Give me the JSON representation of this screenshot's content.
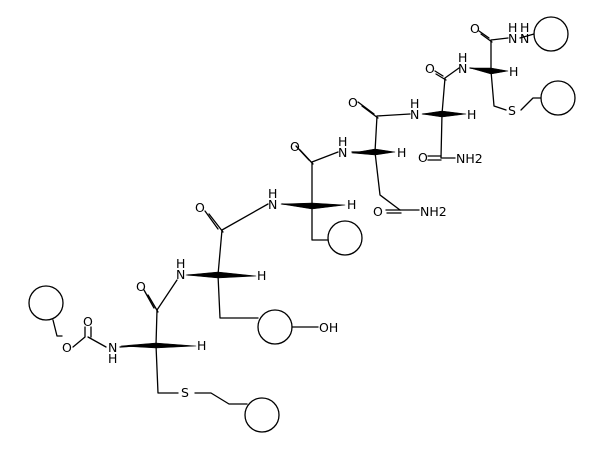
{
  "molecule": {
    "atom_labels": {
      "o_ester": "O",
      "o_carbamate": "O",
      "nh_carbamate": "N",
      "h_cys1": "H",
      "s_cys1": "S",
      "o_cys1": "O",
      "nh_tyr": "N",
      "h_tyr": "H",
      "oh_tyr": "OH",
      "o_tyr": "O",
      "nh_phe": "N",
      "h_phe": "H",
      "o_phe": "O",
      "nh_gln": "N",
      "h_gln": "H",
      "o_gln_side": "O",
      "nh2_gln": "NH2",
      "o_gln": "O",
      "nh_asn": "N",
      "h_asn": "H",
      "o_asn_side": "O",
      "nh2_asn": "NH2",
      "o_asn": "O",
      "nh_cys2": "N",
      "h_cys2": "H",
      "s_cys2": "S",
      "o_cys2": "O",
      "n_hydrazide": "N",
      "n_hydrazide_2": "N"
    },
    "implicit_h_labels": {
      "nh_carbamate": "H",
      "nh_tyr": "H",
      "nh_phe": "H",
      "nh_gln": "H",
      "nh_asn": "H",
      "nh_cys2": "H",
      "n_hydrazide": "H",
      "n_hydrazide_2": "H"
    }
  }
}
